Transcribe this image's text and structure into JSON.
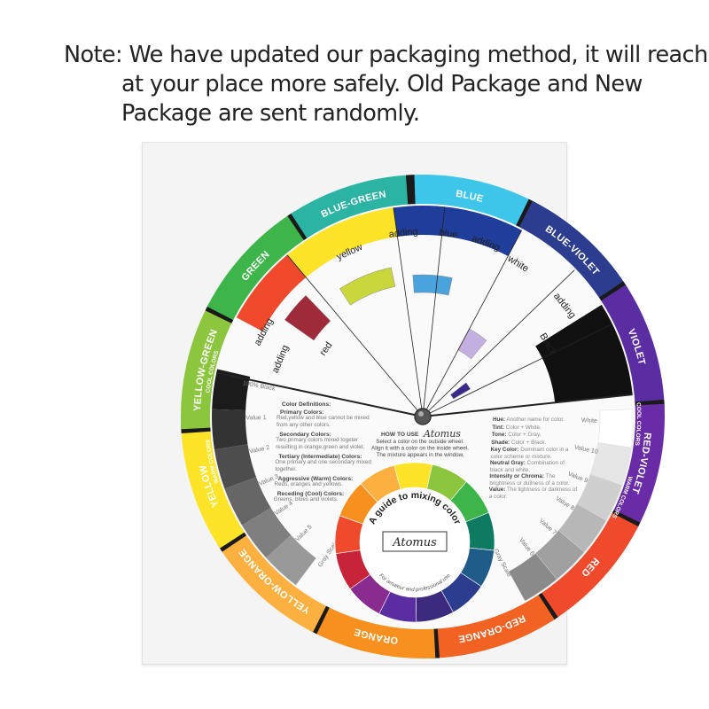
{
  "note": {
    "line1": "Note: We have updated our packaging method, it will reach",
    "line2": "at your place more safely.  Old Package and New",
    "line3": "Package are sent randomly."
  },
  "outer_ring": [
    {
      "label": "BLUE",
      "color": "#3ec6ea"
    },
    {
      "label": "BLUE-VIOLET",
      "color": "#2c3d8f"
    },
    {
      "label": "VIOLET",
      "color": "#5a2da3"
    },
    {
      "label": "RED-VIOLET",
      "color": "#6a2ca6"
    },
    {
      "label": "RED",
      "color": "#ef4a2c"
    },
    {
      "label": "RED-ORANGE",
      "color": "#f26222"
    },
    {
      "label": "ORANGE",
      "color": "#f7901e"
    },
    {
      "label": "YELLOW-ORANGE",
      "color": "#fbb040"
    },
    {
      "label": "YELLOW",
      "color": "#fde428"
    },
    {
      "label": "YELLOW-GREEN",
      "color": "#8cc63f"
    },
    {
      "label": "GREEN",
      "color": "#3db54a"
    },
    {
      "label": "BLUE-GREEN",
      "color": "#2bb3a3"
    }
  ],
  "ring_sublabels": {
    "cool": "COOL COLORS",
    "warm": "WARM COLORS"
  },
  "windows": {
    "adding": "adding",
    "red": "red",
    "yellow": "yellow",
    "blue": "blue",
    "white": "white",
    "black": "Black"
  },
  "gray_scale_left": [
    "100% Black",
    "Value 1",
    "Value 2",
    "Value 3",
    "Value 4",
    "Value 5",
    "Gray Scale"
  ],
  "gray_scale_right": [
    "White",
    "Value 10",
    "Value 9",
    "Value 8",
    "Value 7",
    "Value 6",
    "Gray Scale"
  ],
  "definitions_left": {
    "title": "Color Definitions:",
    "items": [
      {
        "term": "Primary Colors:",
        "text": "Red,yellow and blue cannot be mixed from any other colors."
      },
      {
        "term": "Secondary Colors:",
        "text": "Two primary colors mixed togeter resulting in orange,green and violet."
      },
      {
        "term": "Tertiary (Intermediate) Colors:",
        "text": "One primary and one secondary mixed together."
      },
      {
        "term": "Aggressive (Warm) Colors:",
        "text": "Reds, oranges and yellows."
      },
      {
        "term": "Receding (Cool) Colors:",
        "text": "Greens, blues and violets."
      }
    ]
  },
  "how_to_use": {
    "title": "HOW TO USE",
    "brand": "Atomus",
    "lines": [
      "Select a color on the outside wheel.",
      "Align it with a color on the inside wheel.",
      "The mixture appears in the window."
    ]
  },
  "definitions_right": [
    {
      "term": "Hue:",
      "text": "Another name for color."
    },
    {
      "term": "Tint:",
      "text": "Color + White."
    },
    {
      "term": "Tone:",
      "text": "Color + Gray."
    },
    {
      "term": "Shade:",
      "text": "Color + Black."
    },
    {
      "term": "Key Color:",
      "text": "Dominant color in a color scheme or mixture."
    },
    {
      "term": "Neutral Gray:",
      "text": "Combination of black and white."
    },
    {
      "term": "Intensity or Chroma:",
      "text": "The brightness or dullness of a color."
    },
    {
      "term": "Value:",
      "text": "The lightness or darkness of a color."
    }
  ],
  "inner_wheel": {
    "title": "A guide to mixing color",
    "brand": "Atomus",
    "footer": "For amateur and professional use",
    "colors": [
      "#fde428",
      "#8cc63f",
      "#3db54a",
      "#0f7a62",
      "#1f5c8a",
      "#2c3d8f",
      "#3b2a7d",
      "#5a2da3",
      "#8a2b8f",
      "#c7243a",
      "#ef4a2c",
      "#f7901e",
      "#fbb040"
    ]
  }
}
